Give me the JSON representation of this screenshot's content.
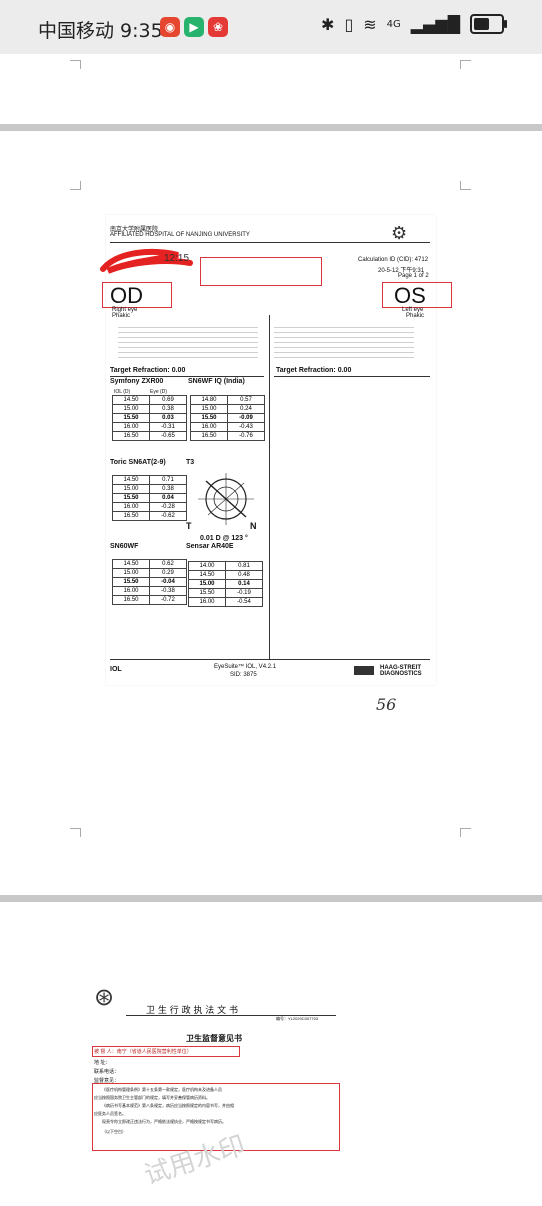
{
  "status_bar": {
    "carrier_time": "中国移动 9:35",
    "network": "4G",
    "battery_level": 0.7
  },
  "doc1": {
    "hospital_cn": "南京大学附属医院",
    "hospital_en": "AFFILIATED HOSPITAL OF NANJING UNIVERSITY",
    "redacted_date": "12:15",
    "calc_id": "Calculation ID (CID): 4712",
    "calc_date": "20-5-12 下午9:31",
    "page": "Page 1 of 2",
    "od": "OD",
    "os": "OS",
    "right_eye": "Right eye",
    "left_eye": "Left eye",
    "phakic_r": "Phakic",
    "phakic_l": "Phakic",
    "target_r": "Target Refraction: 0.00",
    "target_l": "Target Refraction: 0.00",
    "lens1_name": "Symfony ZXR00",
    "lens2_name": "SN6WF IQ (India)",
    "lens3_name": "Toric SN6AT(2-9)",
    "lens4_name": "T3",
    "lens5_name": "SN60WF",
    "lens6_name": "Sensar AR40E",
    "col_iol": "IOL (D)",
    "col_eye": "Eye (D)",
    "lens1_rows": [
      [
        "14.50",
        "0.69"
      ],
      [
        "15.00",
        "0.38"
      ],
      [
        "15.50",
        "0.03"
      ],
      [
        "16.00",
        "-0.31"
      ],
      [
        "16.50",
        "-0.65"
      ]
    ],
    "lens2_rows": [
      [
        "14.80",
        "0.57"
      ],
      [
        "15.00",
        "0.24"
      ],
      [
        "15.50",
        "-0.09"
      ],
      [
        "16.00",
        "-0.43"
      ],
      [
        "16.50",
        "-0.76"
      ]
    ],
    "lens3_rows": [
      [
        "14.50",
        "0.71"
      ],
      [
        "15.00",
        "0.38"
      ],
      [
        "15.50",
        "0.04"
      ],
      [
        "16.00",
        "-0.28"
      ],
      [
        "16.50",
        "-0.62"
      ]
    ],
    "lens5_rows": [
      [
        "14.50",
        "0.62"
      ],
      [
        "15.00",
        "0.29"
      ],
      [
        "15.50",
        "-0.04"
      ],
      [
        "16.00",
        "-0.38"
      ],
      [
        "16.50",
        "-0.72"
      ]
    ],
    "lens6_rows": [
      [
        "14.00",
        "0.81"
      ],
      [
        "14.50",
        "0.48"
      ],
      [
        "15.00",
        "0.14"
      ],
      [
        "15.50",
        "-0.19"
      ],
      [
        "16.00",
        "-0.54"
      ]
    ],
    "residual": "0.01 D @ 123 °",
    "t_label": "T",
    "n_label": "N",
    "footer_iol": "IOL",
    "footer_version": "EyeSuite™ IOL, V4.2.1",
    "footer_sid": "SID: 3875",
    "footer_brand": "HAAG-STREIT DIAGNOSTICS",
    "signature": "56"
  },
  "doc2": {
    "header": "卫 生 行 政 执 法 文 书",
    "doc_no": "编号：YL2020C007703",
    "title": "卫生监督意见书",
    "line1": "被 督 人：南宁（省道人民医院营利性单位）",
    "line2": "地    址：",
    "line3": "联系电话：",
    "line4": "监督意见：",
    "body1": "《医疗机构管理条例》第十五条第一款规定，医疗机构未及进备人员",
    "body2": "应当按照国务院卫生主管部门的规定，填写并妥善保管病历资料。",
    "body3": "《病历书写基本规范》第八条规定，病历应当按照规定的内容书写，并由相",
    "body4": "应医务人员签名。",
    "body5": "现责令你立即改正违法行为，严格依法规执业，严格按规定书写病历。",
    "body6": "（以下空白）",
    "watermark": "试用水印"
  }
}
